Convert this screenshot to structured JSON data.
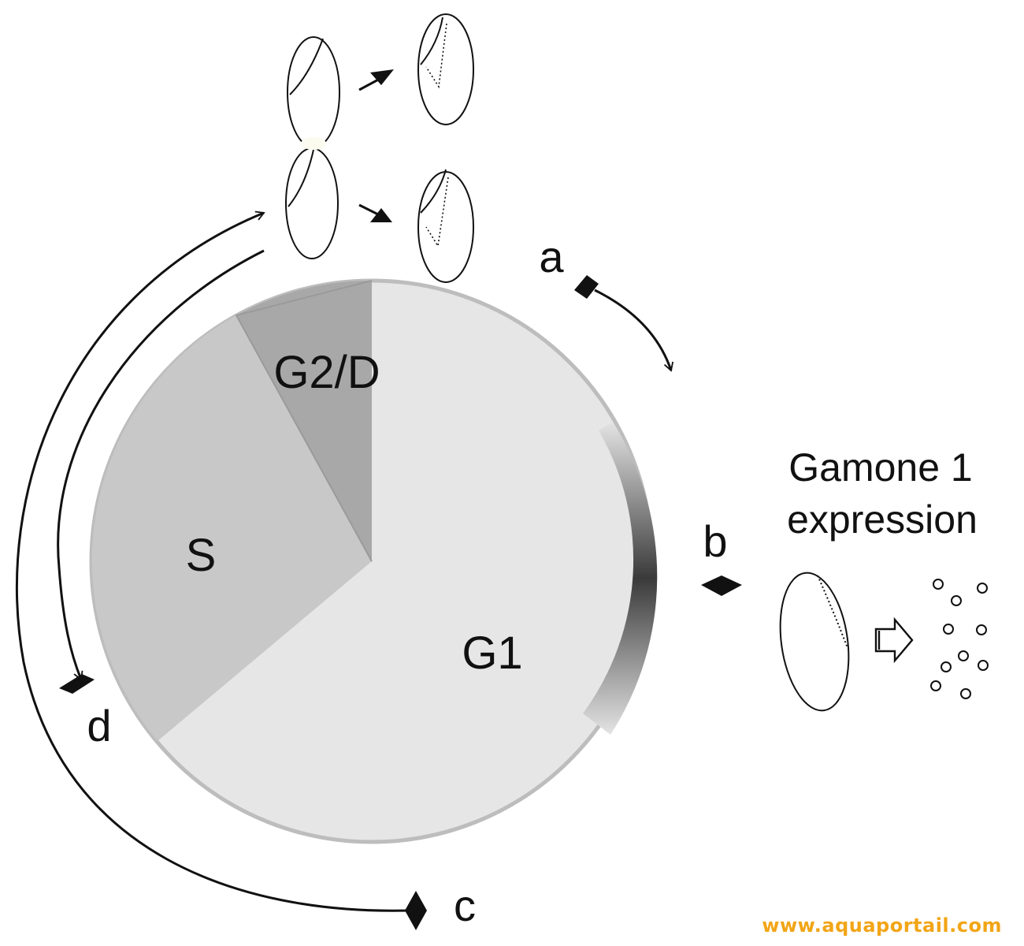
{
  "phases": {
    "g1": "G1",
    "s": "S",
    "g2d": "G2/D"
  },
  "markers": {
    "a": "a",
    "b": "b",
    "c": "c",
    "d": "d"
  },
  "caption": {
    "line1": "Gamone 1",
    "line2": "expression"
  },
  "watermark": "www.aquaportail.com",
  "colors": {
    "g1": "#e6e6e6",
    "s": "#c8c8c8",
    "g2d": "#a8a8a8",
    "outline": "#bdbdbd",
    "ink": "#111111"
  }
}
